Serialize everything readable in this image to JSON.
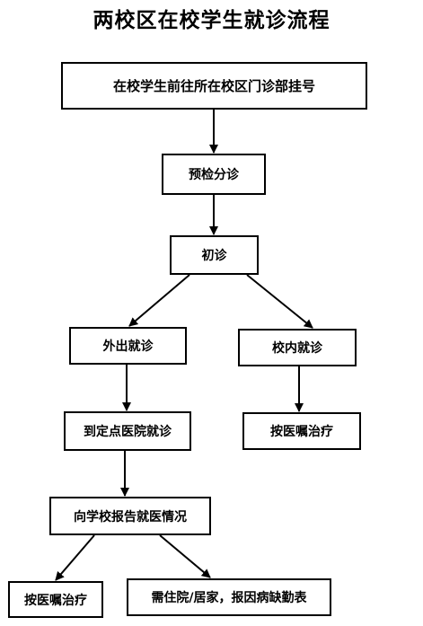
{
  "title": "两校区在校学生就诊流程",
  "nodes": {
    "register": "在校学生前往所在校区门诊部挂号",
    "triage": "预检分诊",
    "first_visit": "初诊",
    "external": "外出就诊",
    "internal": "校内就诊",
    "designated_hospital": "到定点医院就诊",
    "internal_treatment": "按医嘱治疗",
    "report_school": "向学校报告就医情况",
    "external_treatment": "按医嘱治疗",
    "hospitalize": "需住院/居家，报因病缺勤表"
  },
  "colors": {
    "stroke": "#000000",
    "background": "#ffffff"
  }
}
